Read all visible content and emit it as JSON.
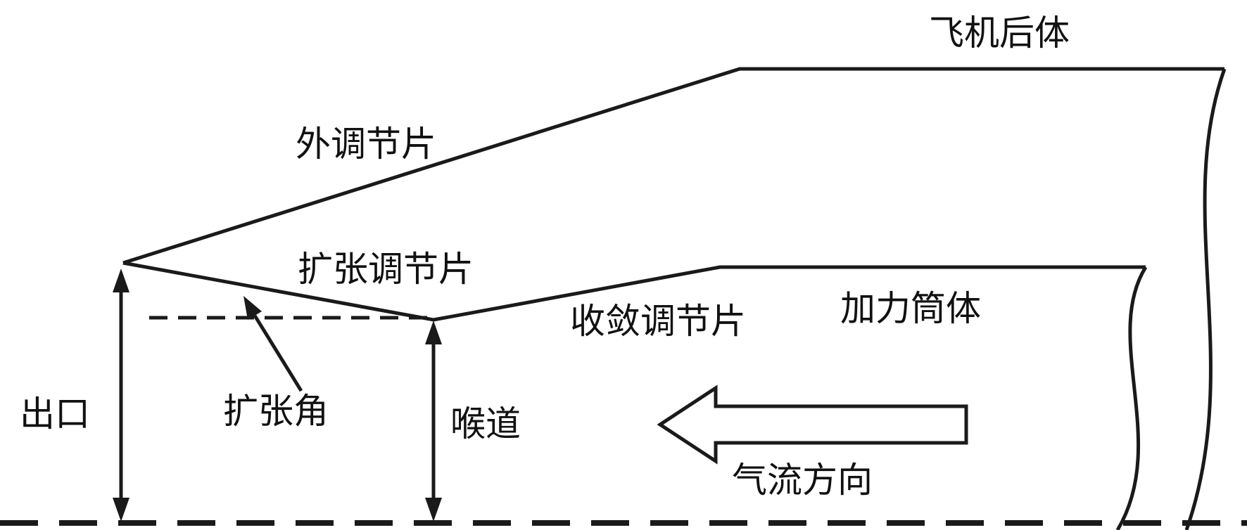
{
  "diagram": {
    "type": "technical-schematic",
    "subject": "aircraft exhaust nozzle cross-section",
    "colors": {
      "line": "#1a1a1a",
      "background": "#ffffff",
      "text": "#111111"
    },
    "labels": {
      "afterbody": "飞机后体",
      "outer_flap": "外调节片",
      "divergent_flap": "扩张调节片",
      "convergent_flap": "收敛调节片",
      "afterburner_duct": "加力筒体",
      "divergence_angle": "扩张角",
      "exit": "出口",
      "throat": "喉道",
      "airflow_direction": "气流方向"
    },
    "icons": {
      "airflow_arrow": "hollow-left-arrow",
      "exit_dimension": "double-headed-vertical-arrow",
      "throat_dimension": "double-headed-vertical-arrow",
      "angle_pointer": "leader-arrow",
      "break_lines": "s-curve-break-line"
    }
  }
}
